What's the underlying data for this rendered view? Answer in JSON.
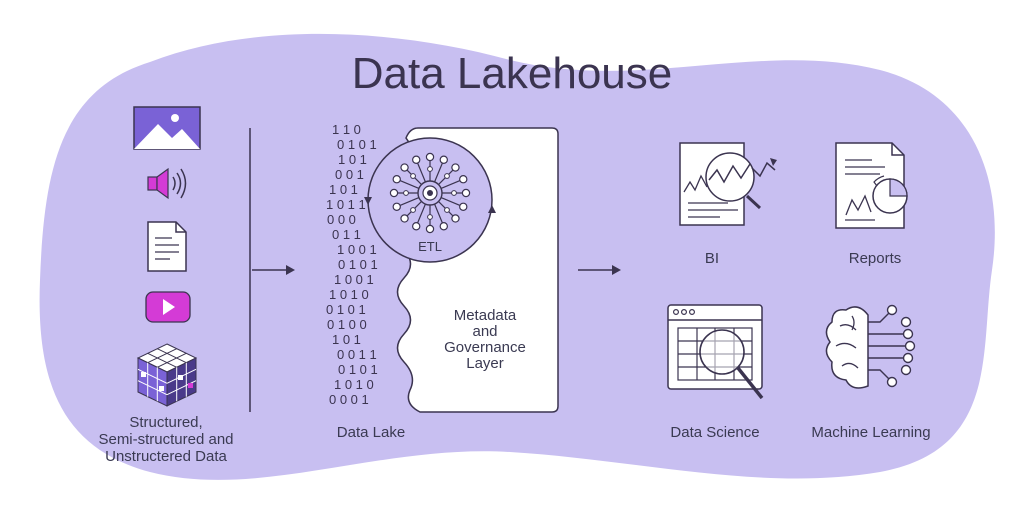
{
  "title": "Data Lakehouse",
  "sources": {
    "caption": [
      "Structured,",
      "Semi-structured and",
      "Unstructered Data"
    ],
    "icons": [
      "image-icon",
      "speaker-icon",
      "document-icon",
      "video-play-icon",
      "data-cube-icon"
    ]
  },
  "lake": {
    "label": "Data Lake",
    "etl_label": "ETL",
    "metadata_lines": [
      "Metadata",
      "and",
      "Governance",
      "Layer"
    ],
    "binary_rows": [
      "1 1 0",
      "0 1 0 1",
      "1 0 1",
      "0 0 1",
      "1 0 1",
      "1 0 1 1",
      "0 0 0",
      "0 1 1",
      "1 0 0 1",
      "0 1 0 1",
      "1 0 0 1",
      "1 0 1 0",
      "0 1 0 1",
      "0 1 0 0",
      "1 0 1",
      "0 0 1 1",
      "0 1 0 1",
      "1 0 1 0",
      "0 0 0 1"
    ]
  },
  "outputs": {
    "bi": "BI",
    "reports": "Reports",
    "data_science": "Data Science",
    "machine_learning": "Machine Learning"
  },
  "colors": {
    "blob": "#c8bff1",
    "ink": "#3b3450",
    "accent": "#7a62d6",
    "magenta": "#d43bd6"
  }
}
